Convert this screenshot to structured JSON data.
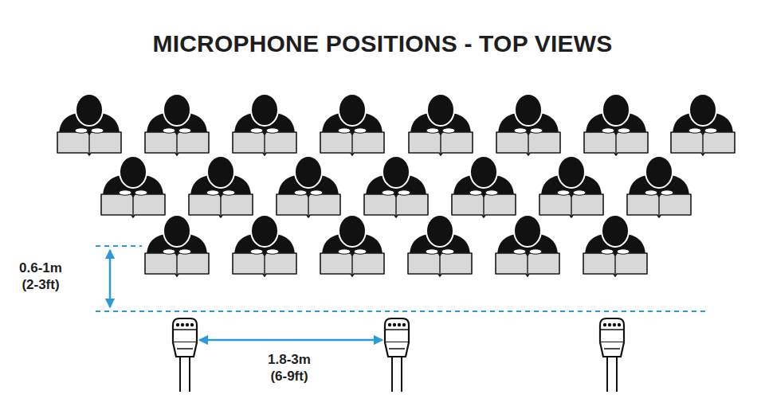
{
  "diagram": {
    "title": "MICROPHONE POSITIONS - TOP VIEWS",
    "labels": [
      "0.6-1m (2-3ft)",
      "1.8-3m (6-9ft)"
    ]
  }
}
